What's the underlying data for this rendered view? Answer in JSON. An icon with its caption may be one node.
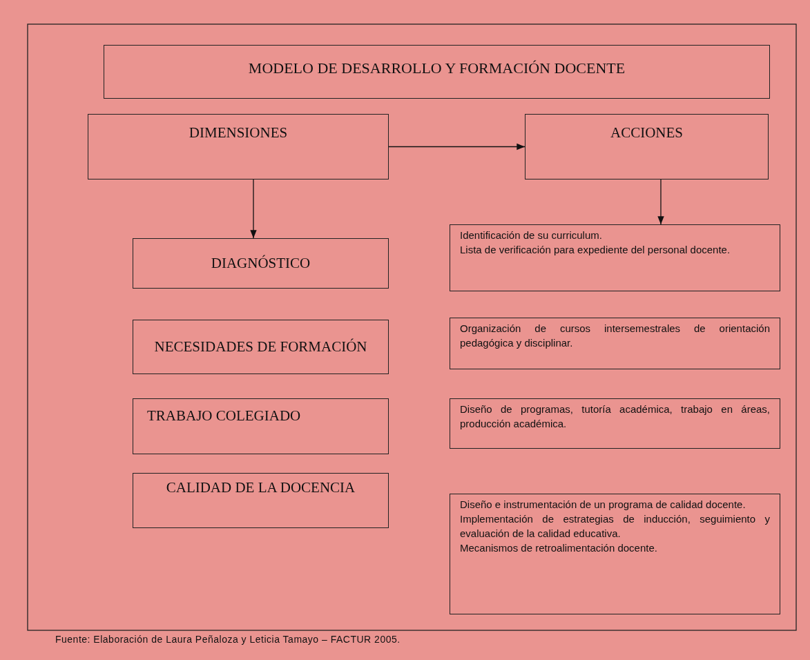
{
  "diagram": {
    "caption": "Fuente: Elaboración de Laura Peñaloza y Leticia Tamayo – FACTUR 2005.",
    "nodes": [
      {
        "text": [
          "MODELO DE DESARROLLO Y FORMACIÓN DOCENTE"
        ]
      },
      {
        "text": [
          "DIMENSIONES"
        ]
      },
      {
        "text": [
          "ACCIONES"
        ]
      },
      {
        "text": [
          "DIAGNÓSTICO"
        ]
      },
      {
        "text": [
          "NECESIDADES DE FORMACIÓN"
        ]
      },
      {
        "text": [
          "TRABAJO COLEGIADO"
        ]
      },
      {
        "text": [
          "CALIDAD DE LA DOCENCIA"
        ]
      },
      {
        "text": [
          "Identificación de su curriculum.",
          "Lista de verificación para expediente del personal docente."
        ]
      },
      {
        "text": [
          "Organización de cursos intersemestrales de orientación pedagógica y disciplinar."
        ]
      },
      {
        "text": [
          "Diseño de programas, tutoría académica, trabajo en áreas, producción académica."
        ]
      },
      {
        "text": [
          "Diseño e instrumentación de un programa de calidad docente.",
          "Implementación de estrategias de inducción, seguimiento y evaluación de la calidad educativa.",
          "Mecanismos de retroalimentación docente."
        ]
      }
    ],
    "edges": [
      {
        "from": 1,
        "to": 2,
        "arrow": "to"
      },
      {
        "from": 1,
        "to": 3,
        "arrow": "to"
      },
      {
        "from": 2,
        "to": 7,
        "arrow": "to"
      }
    ]
  }
}
